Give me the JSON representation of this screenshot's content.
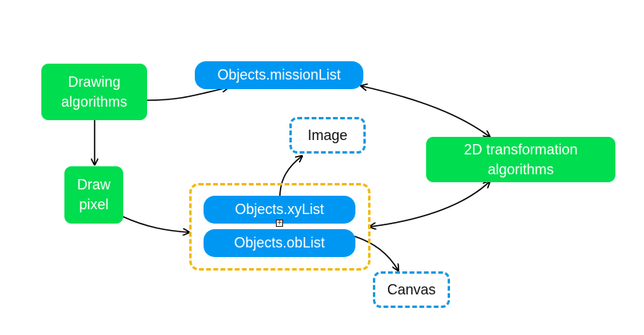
{
  "nodes": {
    "drawing_algorithms": "Drawing\nalgorithms",
    "draw_pixel": "Draw\npixel",
    "mission_list": "Objects.missionList",
    "image": "Image",
    "transformation": "2D transformation\nalgorithms",
    "xy_list": "Objects.xyList",
    "ob_list": "Objects.obList",
    "canvas": "Canvas"
  },
  "colors": {
    "green": "#00dd4f",
    "blue": "#0097f2",
    "dashed_blue": "#1a98e0",
    "dashed_orange": "#f2b705",
    "arrow": "#000000"
  },
  "icons": {
    "junction": "plus-square-icon"
  }
}
